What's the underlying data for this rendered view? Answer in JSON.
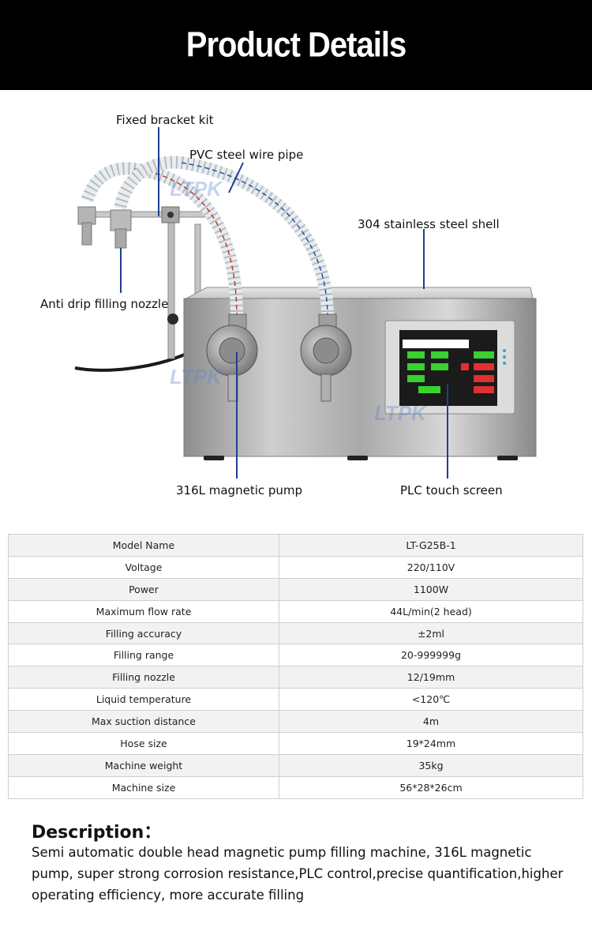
{
  "header": {
    "title": "Product Details"
  },
  "photo": {
    "watermark": "LTPK",
    "callouts": {
      "fixed_bracket": "Fixed bracket kit",
      "pvc_pipe": "PVC steel wire pipe",
      "shell": "304 stainless steel shell",
      "nozzle": "Anti drip filling nozzle",
      "pump": "316L magnetic pump",
      "plc": "PLC touch screen"
    }
  },
  "specs": [
    {
      "label": "Model Name",
      "value": "LT-G25B-1"
    },
    {
      "label": "Voltage",
      "value": "220/110V"
    },
    {
      "label": "Power",
      "value": "1100W"
    },
    {
      "label": "Maximum flow rate",
      "value": "44L/min(2 head)"
    },
    {
      "label": "Filling accuracy",
      "value": "±2ml"
    },
    {
      "label": "Filling range",
      "value": "20-999999g"
    },
    {
      "label": "Filling nozzle",
      "value": "12/19mm"
    },
    {
      "label": "Liquid temperature",
      "value": "<120℃"
    },
    {
      "label": "Max suction distance",
      "value": "4m"
    },
    {
      "label": "Hose size",
      "value": "19*24mm"
    },
    {
      "label": "Machine weight",
      "value": "35kg"
    },
    {
      "label": "Machine size",
      "value": "56*28*26cm"
    }
  ],
  "description": {
    "title": "Description：",
    "text": "Semi automatic double head magnetic pump filling machine, 316L magnetic pump, super strong corrosion resistance,PLC control,precise quantification,higher operating efficiency, more accurate filling"
  },
  "colors": {
    "header_bg": "#000000",
    "callout_line": "#1f3f8f",
    "row_alt": "#f2f2f2"
  }
}
